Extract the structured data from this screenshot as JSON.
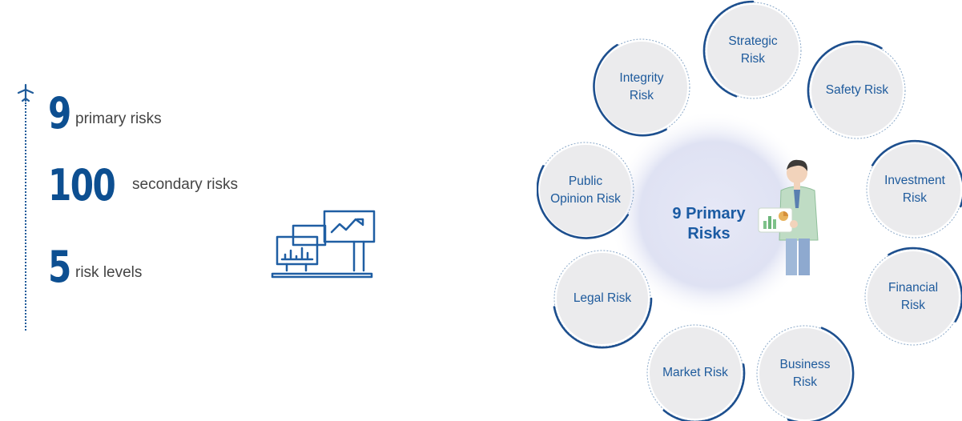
{
  "stats": [
    {
      "number": "9",
      "label": "primary risks"
    },
    {
      "number": "100",
      "label": "secondary risks"
    },
    {
      "number": "5",
      "label": "risk levels"
    }
  ],
  "diagram": {
    "center_line1": "9 Primary",
    "center_line2": "Risks",
    "risks": [
      {
        "line1": "Strategic",
        "line2": "Risk"
      },
      {
        "line1": "Safety Risk",
        "line2": ""
      },
      {
        "line1": "Investment",
        "line2": "Risk"
      },
      {
        "line1": "Financial",
        "line2": "Risk"
      },
      {
        "line1": "Business",
        "line2": "Risk"
      },
      {
        "line1": "Market Risk",
        "line2": ""
      },
      {
        "line1": "Legal Risk",
        "line2": ""
      },
      {
        "line1": "Public",
        "line2": "Opinion Risk"
      },
      {
        "line1": "Integrity",
        "line2": "Risk"
      }
    ]
  },
  "colors": {
    "accent": "#0d4f91",
    "bubble_fill": "#ebebed",
    "arc": "#1d4f8e"
  },
  "icons": [
    "airplane-icon",
    "monitor-chart-icon",
    "presenter-illustration"
  ]
}
